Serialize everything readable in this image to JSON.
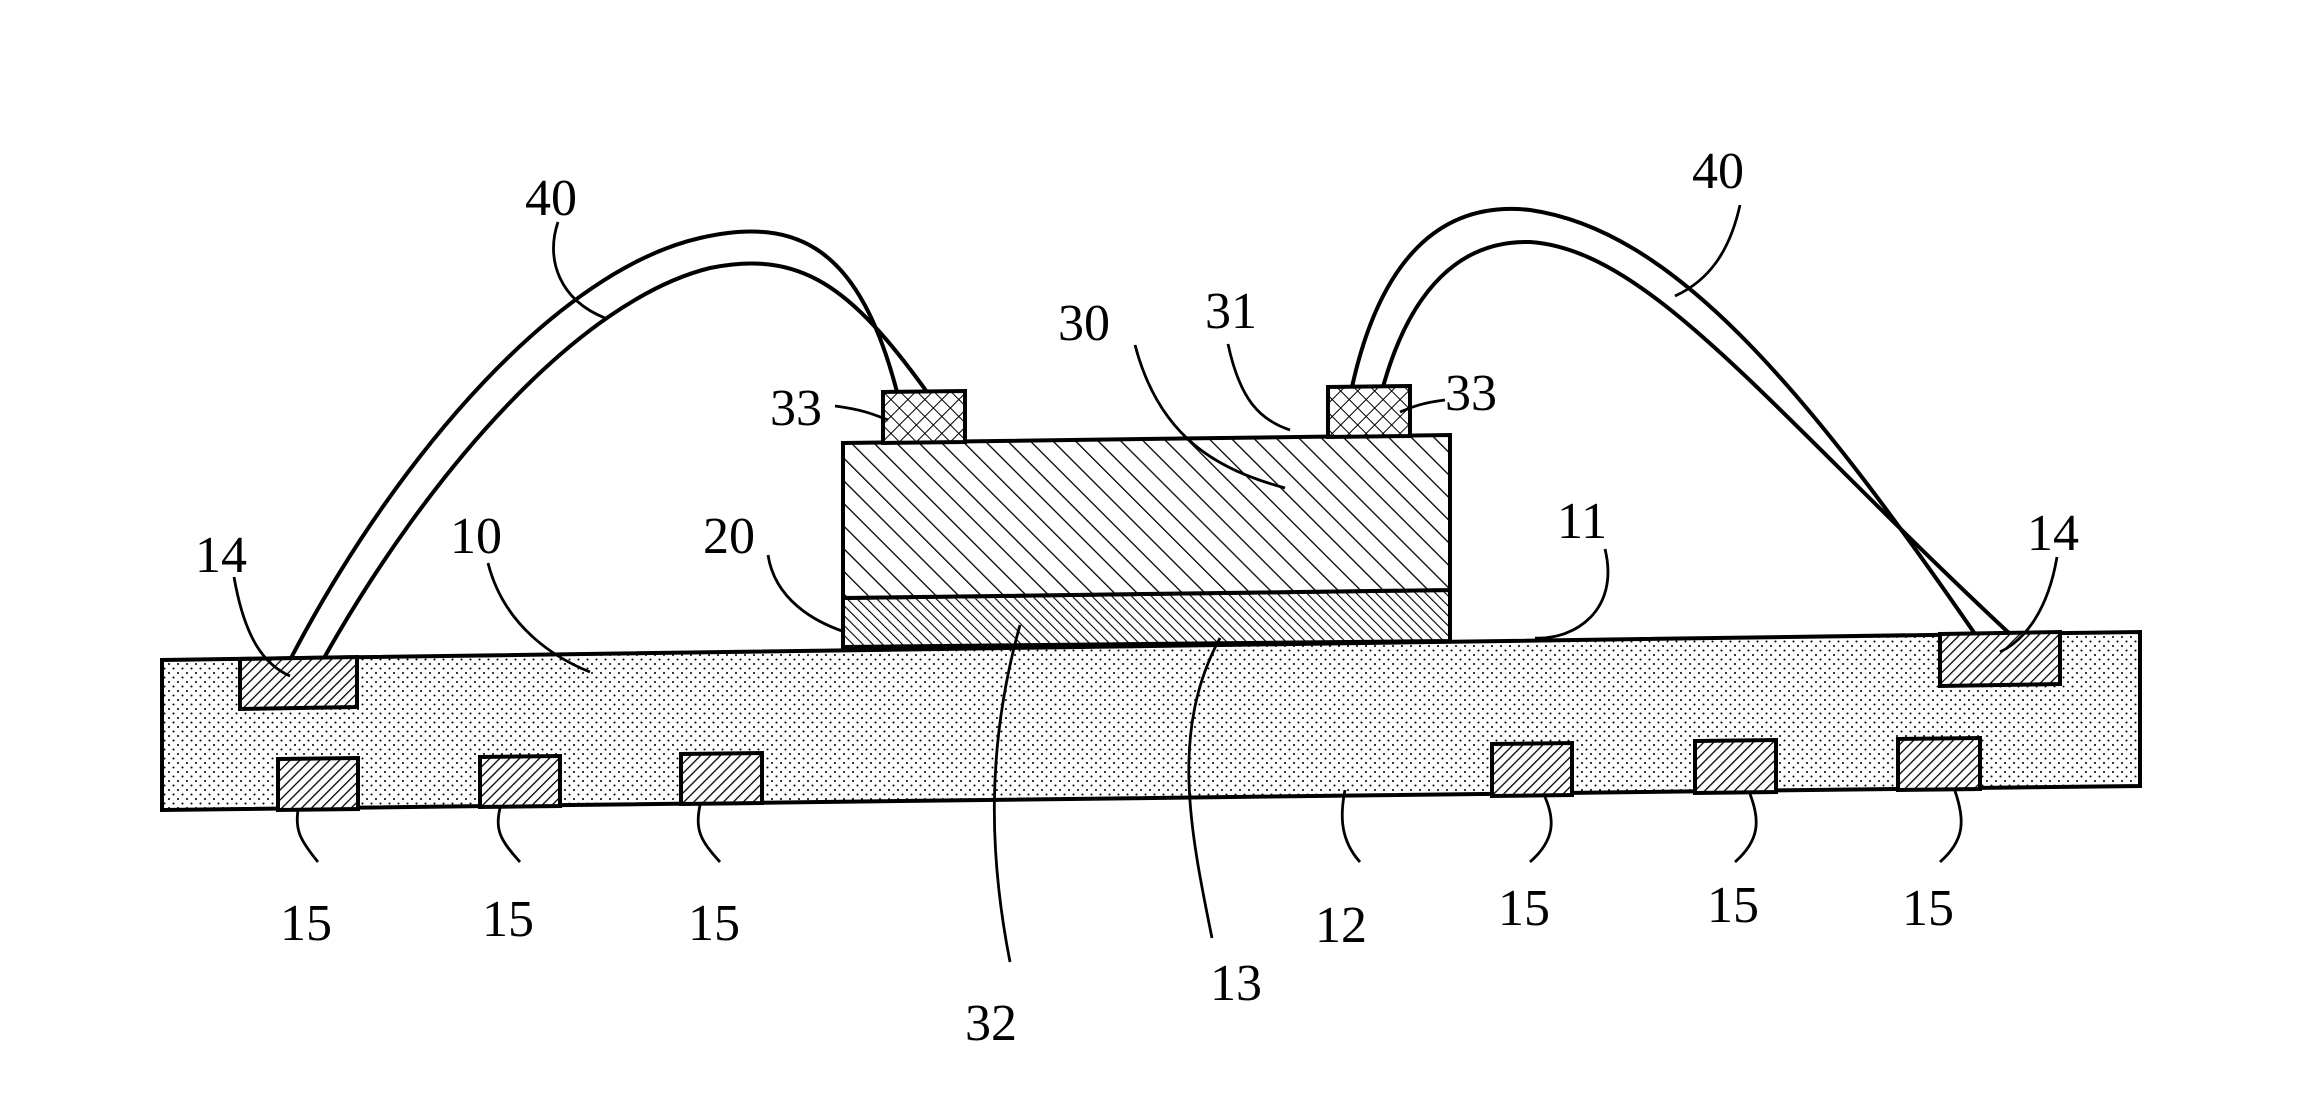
{
  "labels": {
    "wire_left": "40",
    "wire_right": "40",
    "chip": "30",
    "chip_top": "31",
    "bump_left": "33",
    "bump_right": "33",
    "adhesive": "20",
    "substrate": "10",
    "substrate_top": "11",
    "substrate_bottom": "12",
    "chip_area": "13",
    "chip_bottom": "32",
    "top_pad_left": "14",
    "top_pad_right": "14",
    "bottom_pad_1": "15",
    "bottom_pad_2": "15",
    "bottom_pad_3": "15",
    "bottom_pad_4": "15",
    "bottom_pad_5": "15",
    "bottom_pad_6": "15"
  }
}
